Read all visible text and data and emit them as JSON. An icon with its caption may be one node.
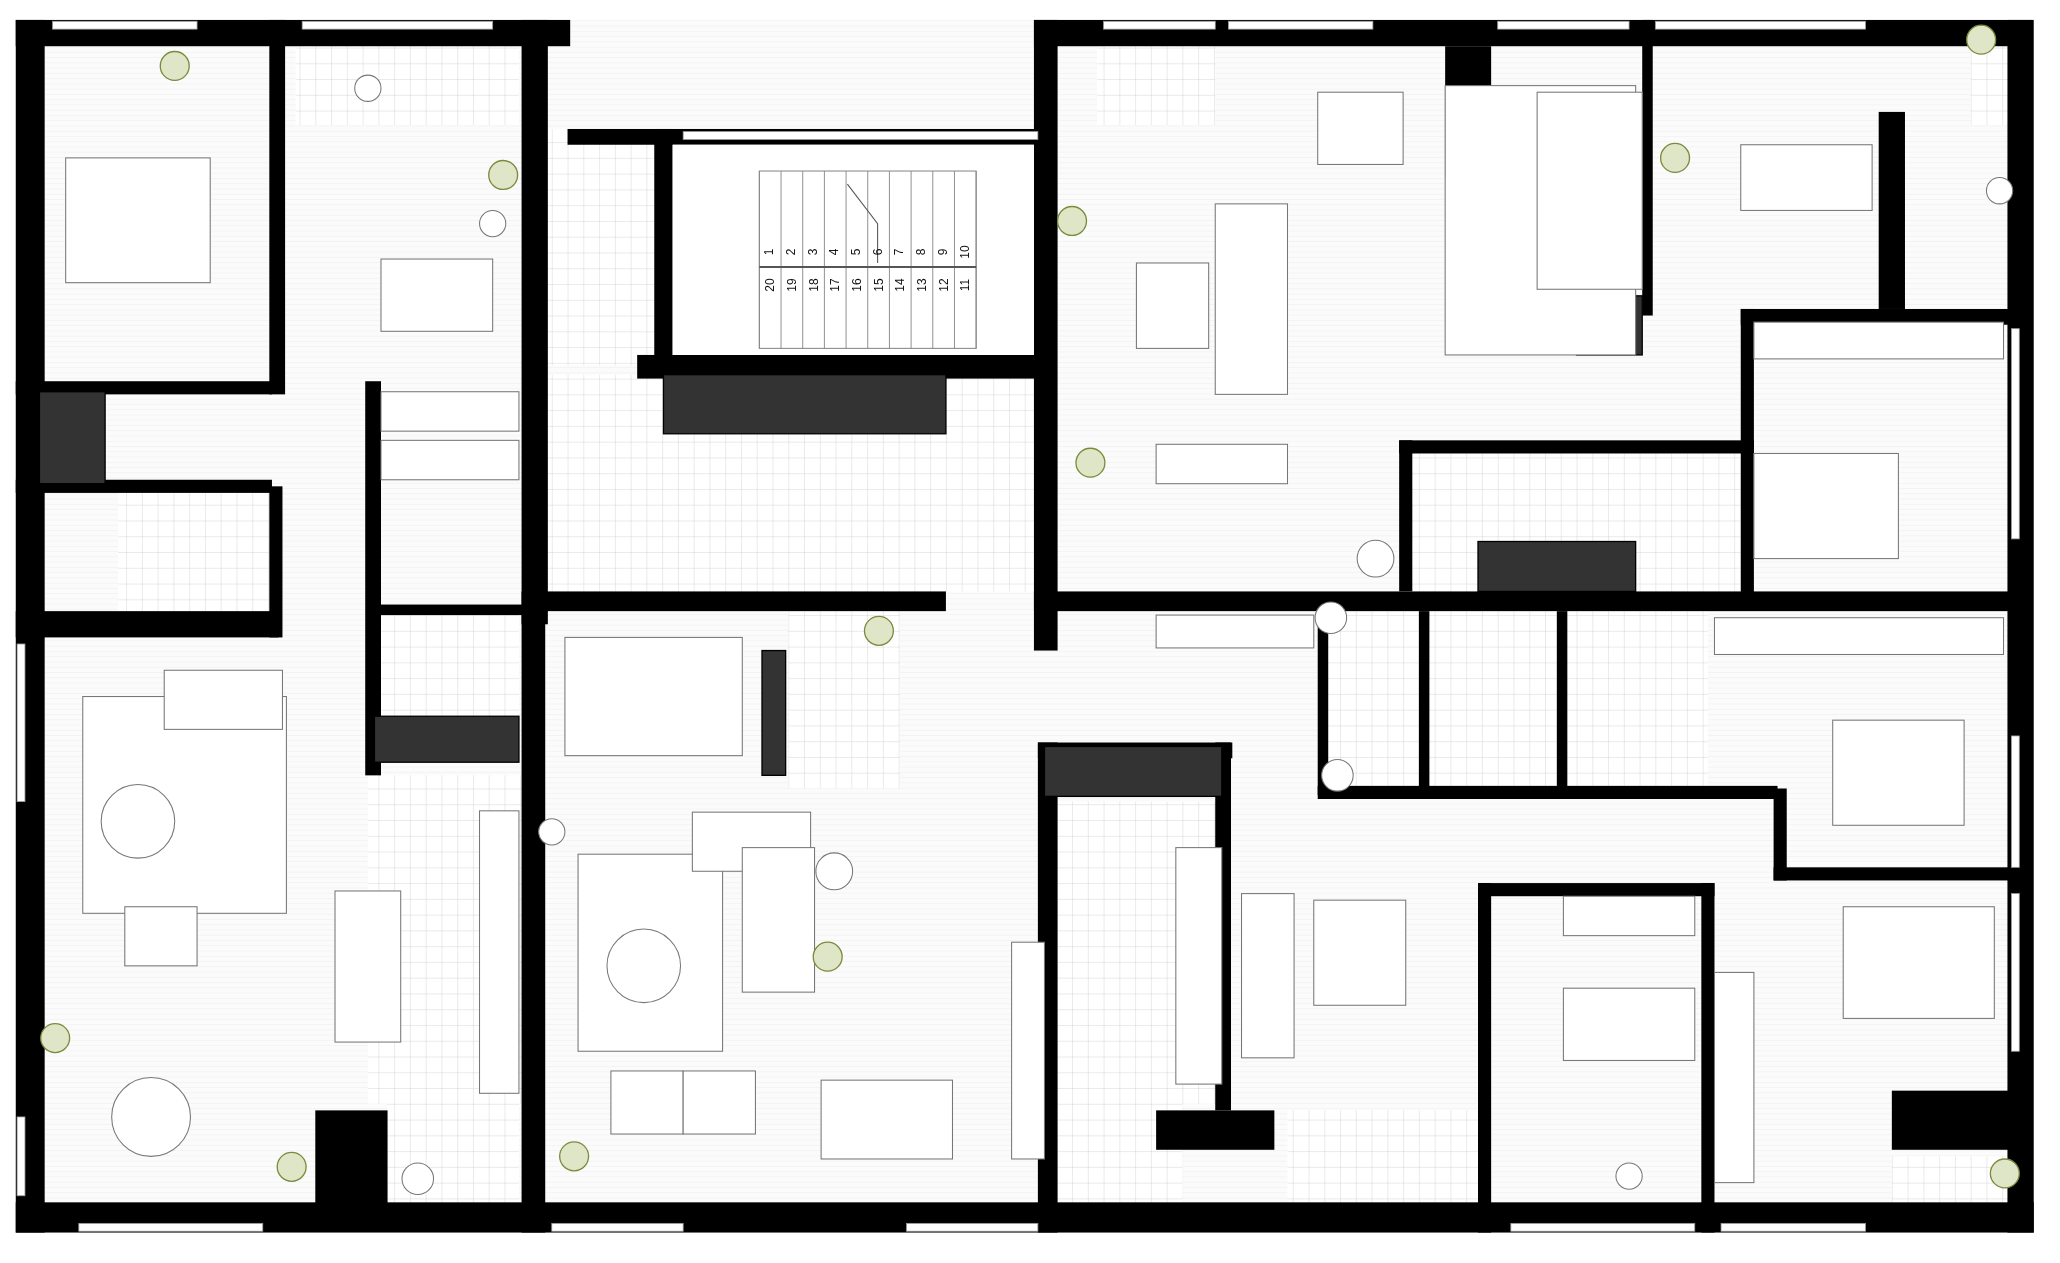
{
  "diagram": {
    "labels": [
      "1",
      "2",
      "3",
      "4",
      "5",
      "6",
      "7",
      "8",
      "9",
      "10",
      "20",
      "19",
      "18",
      "17",
      "16",
      "15",
      "14",
      "13",
      "12",
      "11"
    ]
  }
}
